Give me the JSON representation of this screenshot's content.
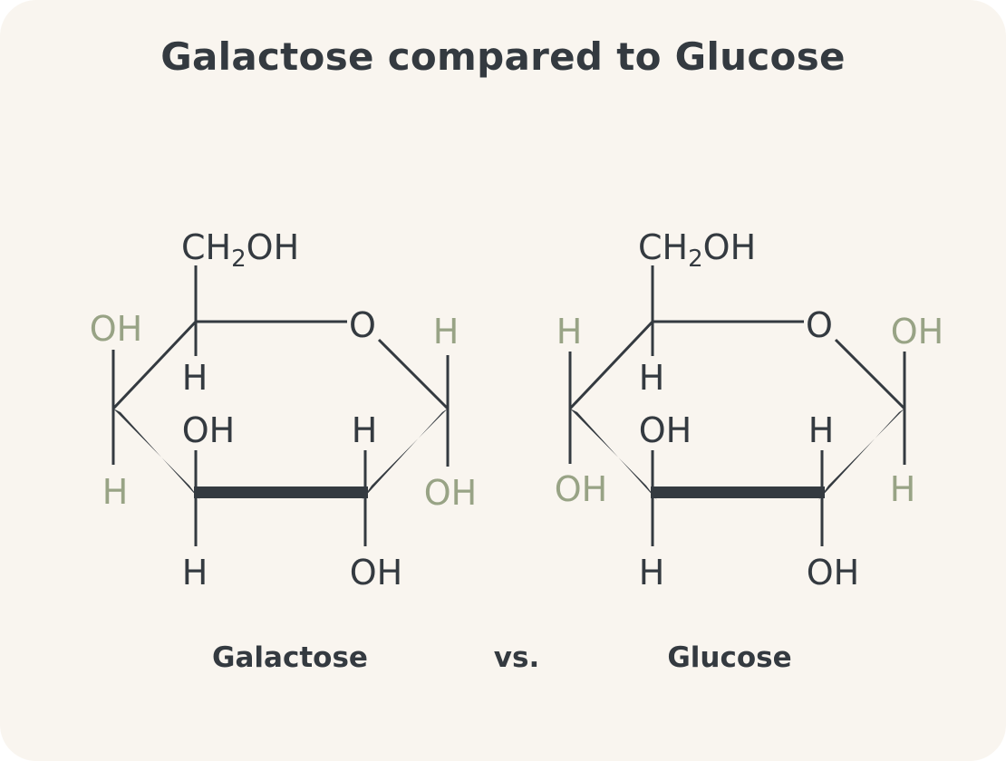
{
  "title": "Galactose compared to Glucose",
  "colors": {
    "background": "#f9f5ef",
    "text": "#343a40",
    "highlight": "#98a385"
  },
  "molecules": {
    "galactose": {
      "name": "Galactose",
      "labels": {
        "ch2oh_main": "CH",
        "ch2oh_sub": "2",
        "ch2oh_tail": "OH",
        "ring_oxygen": "O",
        "c5_h": "H",
        "c4_top": "OH",
        "c4_bottom": "H",
        "c3_top": "OH",
        "c3_bottom": "H",
        "c2_top": "H",
        "c2_bottom": "OH",
        "c1_top": "H",
        "c1_bottom": "OH"
      }
    },
    "separator": "vs.",
    "glucose": {
      "name": "Glucose",
      "labels": {
        "ch2oh_main": "CH",
        "ch2oh_sub": "2",
        "ch2oh_tail": "OH",
        "ring_oxygen": "O",
        "c5_h": "H",
        "c4_top": "H",
        "c4_bottom": "OH",
        "c3_top": "OH",
        "c3_bottom": "H",
        "c2_top": "H",
        "c2_bottom": "OH",
        "c1_top": "OH",
        "c1_bottom": "H"
      }
    }
  }
}
